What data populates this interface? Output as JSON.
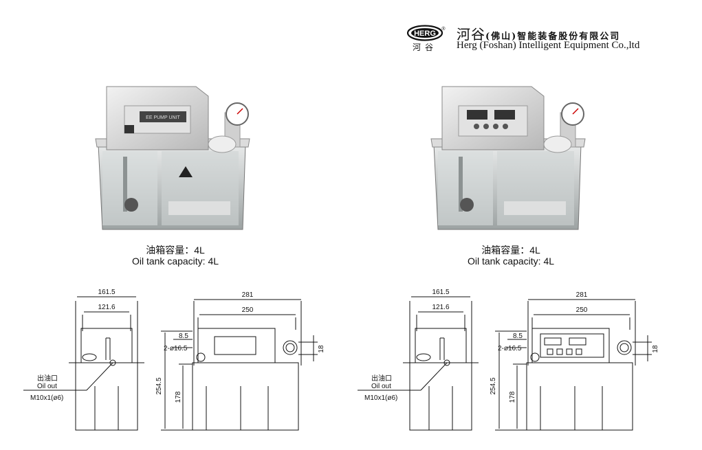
{
  "header": {
    "logo_text": "HERG",
    "logo_registered": "®",
    "logo_cn": "河谷",
    "company_cn_main": "河谷",
    "company_cn_rest": "(佛山)智能装备股份有限公司",
    "company_en": "Herg (Foshan) Intelligent Equipment Co.,ltd"
  },
  "products": [
    {
      "panel_label": "EE PUMP UNIT",
      "caption_cn": "油箱容量：4L",
      "caption_en": "Oil tank capacity: 4L",
      "side_view": {
        "outer_width": "161.5",
        "inner_width": "121.6",
        "outlet_cn": "出油口",
        "outlet_en": "Oil out",
        "outlet_thread": "M10x1(ø6)"
      },
      "front_view": {
        "overall_width": "281",
        "base_width": "250",
        "offset": "8.5",
        "holes": "2-ø16.5",
        "height": "254.5",
        "base_height": "178",
        "gauge_offset": "18"
      }
    },
    {
      "panel_label": "",
      "caption_cn": "油箱容量：4L",
      "caption_en": "Oil tank capacity: 4L",
      "side_view": {
        "outer_width": "161.5",
        "inner_width": "121.6",
        "outlet_cn": "出油口",
        "outlet_en": "Oil out",
        "outlet_thread": "M10x1(ø6)"
      },
      "front_view": {
        "overall_width": "281",
        "base_width": "250",
        "offset": "8.5",
        "holes": "2-ø16.5",
        "height": "254.5",
        "base_height": "178",
        "gauge_offset": "18"
      }
    }
  ]
}
